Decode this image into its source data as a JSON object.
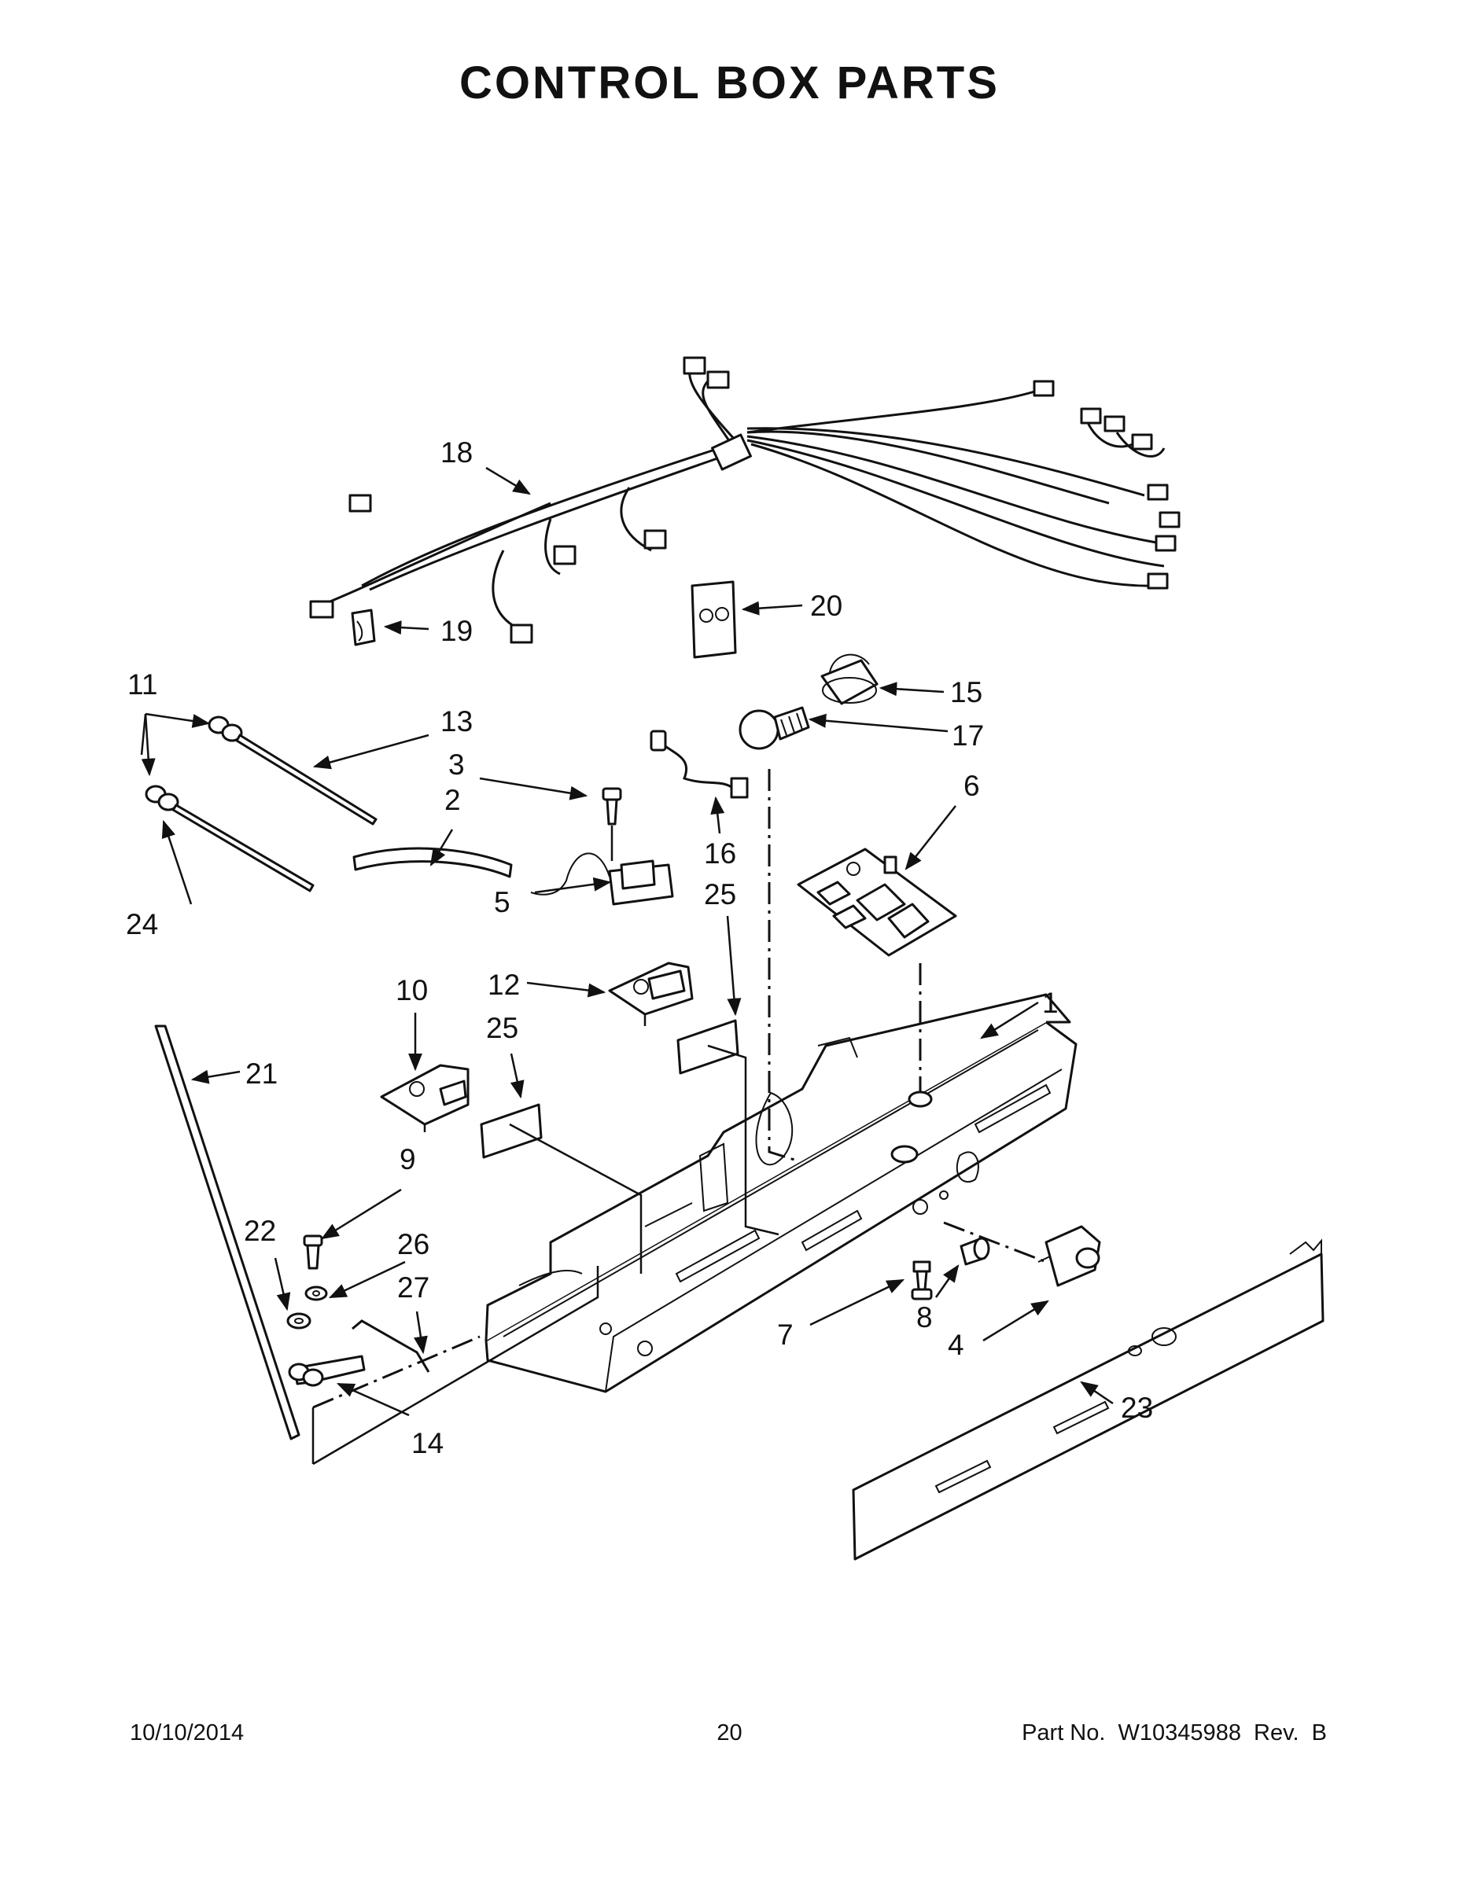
{
  "title": "CONTROL BOX PARTS",
  "footer": {
    "date": "10/10/2014",
    "page": "20",
    "part_no": "Part No.  W10345988  Rev.  B"
  },
  "callouts": {
    "c1": "1",
    "c2": "2",
    "c3": "3",
    "c4": "4",
    "c5": "5",
    "c6": "6",
    "c7": "7",
    "c8": "8",
    "c9": "9",
    "c10": "10",
    "c11": "11",
    "c12": "12",
    "c13": "13",
    "c14": "14",
    "c15": "15",
    "c16": "16",
    "c17": "17",
    "c18": "18",
    "c19": "19",
    "c20": "20",
    "c21": "21",
    "c22": "22",
    "c23": "23",
    "c24": "24",
    "c25a": "25",
    "c25b": "25",
    "c26": "26",
    "c27": "27"
  }
}
